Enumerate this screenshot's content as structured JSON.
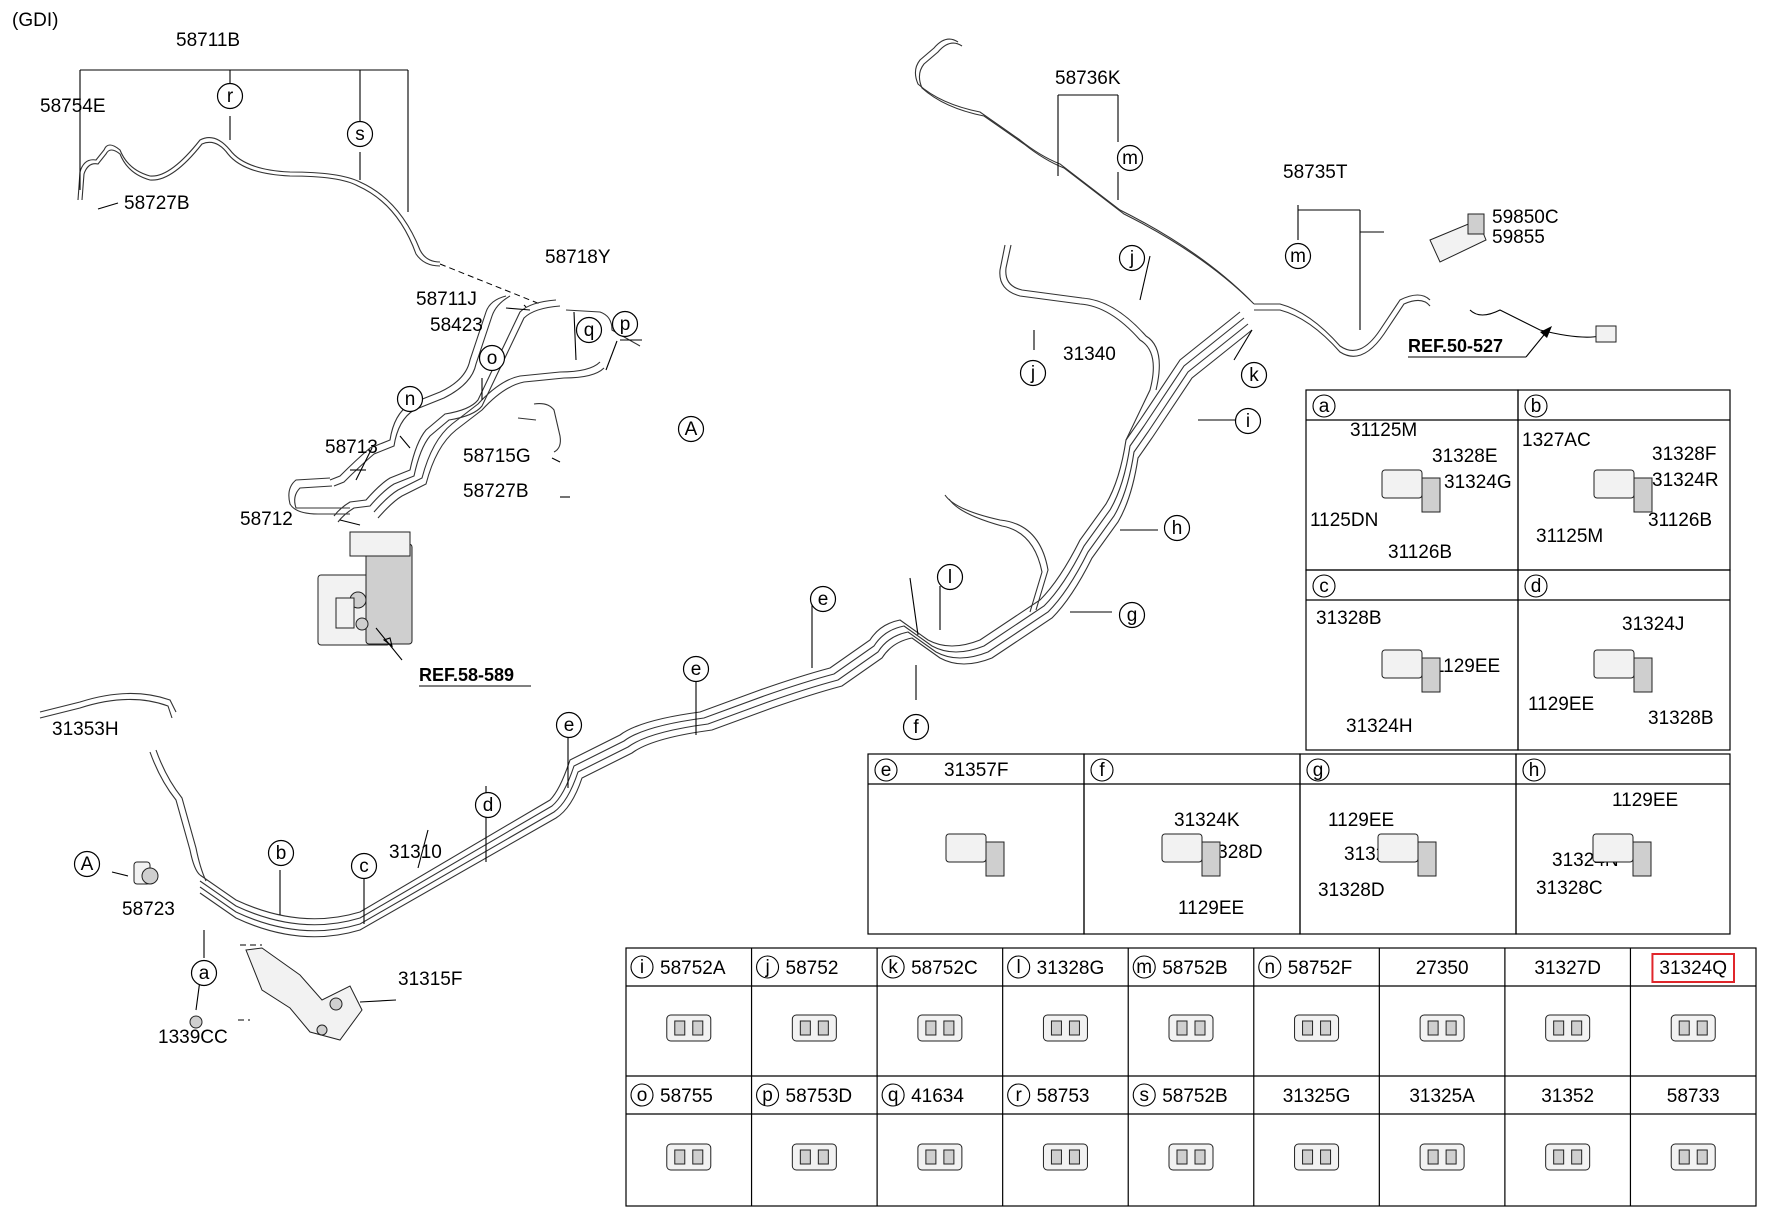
{
  "variant": "(GDI)",
  "refs": [
    "REF.58-589",
    "REF.50-527"
  ],
  "main_labels": [
    "58711B",
    "58754E",
    "58727B",
    "58718Y",
    "58711J",
    "58423",
    "58713",
    "58715G",
    "58727B",
    "58712",
    "31353H",
    "58723",
    "1339CC",
    "31315F",
    "31310",
    "31340",
    "58736K",
    "58735T",
    "59850C",
    "59855"
  ],
  "callout_letters": [
    "a",
    "b",
    "c",
    "d",
    "e",
    "e",
    "e",
    "f",
    "g",
    "h",
    "i",
    "j",
    "j",
    "k",
    "l",
    "m",
    "m",
    "n",
    "o",
    "p",
    "q",
    "r",
    "s",
    "A",
    "A"
  ],
  "detail_boxes": [
    {
      "letter": "a",
      "parts": [
        "31125M",
        "31328E",
        "31324G",
        "1125DN",
        "31126B"
      ]
    },
    {
      "letter": "b",
      "parts": [
        "1327AC",
        "31328F",
        "31324R",
        "31126B",
        "31125M"
      ]
    },
    {
      "letter": "c",
      "parts": [
        "31328B",
        "1129EE",
        "31324H"
      ]
    },
    {
      "letter": "d",
      "parts": [
        "31324J",
        "1129EE",
        "31328B"
      ]
    },
    {
      "letter": "e",
      "parts": [
        "31357F"
      ]
    },
    {
      "letter": "f",
      "parts": [
        "31324K",
        "31328D",
        "1129EE"
      ]
    },
    {
      "letter": "g",
      "parts": [
        "1129EE",
        "31324L",
        "31328D"
      ]
    },
    {
      "letter": "h",
      "parts": [
        "1129EE",
        "31324N",
        "31328C"
      ]
    }
  ],
  "parts_table": {
    "row1": [
      {
        "letter": "i",
        "part": "58752A"
      },
      {
        "letter": "j",
        "part": "58752"
      },
      {
        "letter": "k",
        "part": "58752C"
      },
      {
        "letter": "l",
        "part": "31328G"
      },
      {
        "letter": "m",
        "part": "58752B"
      },
      {
        "letter": "n",
        "part": "58752F"
      },
      {
        "letter": "",
        "part": "27350"
      },
      {
        "letter": "",
        "part": "31327D"
      },
      {
        "letter": "",
        "part": "31324Q"
      }
    ],
    "row2": [
      {
        "letter": "o",
        "part": "58755"
      },
      {
        "letter": "p",
        "part": "58753D"
      },
      {
        "letter": "q",
        "part": "41634"
      },
      {
        "letter": "r",
        "part": "58753"
      },
      {
        "letter": "s",
        "part": "58752B"
      },
      {
        "letter": "",
        "part": "31325G"
      },
      {
        "letter": "",
        "part": "31325A"
      },
      {
        "letter": "",
        "part": "31352"
      },
      {
        "letter": "",
        "part": "58733"
      }
    ],
    "highlighted": "31324Q",
    "highlight_color": "#e0262b"
  }
}
